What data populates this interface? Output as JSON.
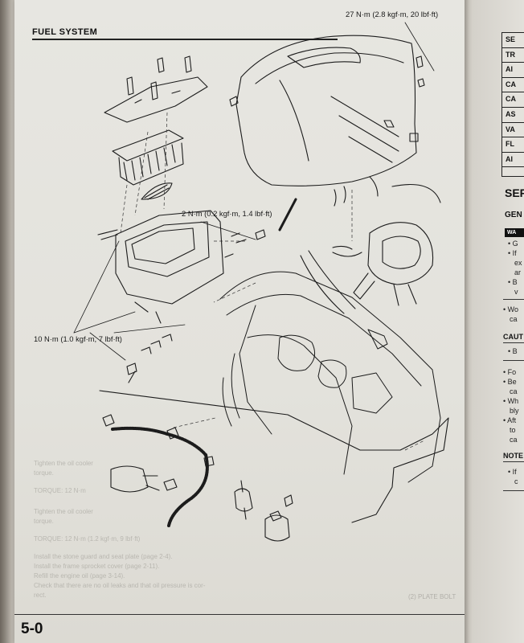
{
  "header": {
    "title": "FUEL SYSTEM"
  },
  "torque_labels": {
    "t27": "27 N·m (2.8 kgf·m, 20 lbf·ft)",
    "t2": "2 N·m (0.2 kgf·m, 1.4 lbf·ft)",
    "t10": "10 N·m (1.0 kgf·m, 7 lbf·ft)"
  },
  "footer": {
    "page_number": "5-0",
    "plate_label": "(2) PLATE BOLT"
  },
  "right_page": {
    "toc_items": [
      "SE",
      "TR",
      "AI",
      "CA",
      "CA",
      "AS",
      "VA",
      "FL",
      "AI"
    ],
    "section_heading": "SER",
    "general_heading": "GEN",
    "warning_label": "WA",
    "warning_lines": [
      "• G",
      "• If",
      "ex",
      "ar",
      "• B",
      "v"
    ],
    "bullets_top": [
      "• Wo",
      "ca"
    ],
    "caution_label": "CAUT",
    "caution_lines": [
      "• B"
    ],
    "bullets_mid": [
      "• Fo",
      "• Be",
      "ca",
      "• Wh",
      "bly",
      "• Aft",
      "to",
      "ca"
    ],
    "note_label": "NOTE",
    "note_lines": [
      "• If",
      "c"
    ]
  },
  "bleed": {
    "lines": [
      "Tighten the oil cooler",
      "torque.",
      "TORQUE: 12 N·m",
      "Tighten the oil cooler",
      "torque.",
      "TORQUE: 12 N·m (1.2 kgf·m, 9 lbf·ft)",
      "Install the stone guard and seat plate (page 2-4).",
      "Install the frame sprocket cover (page 2-11).",
      "Refill the engine oil (page 3-14).",
      "Check that there are no oil leaks and that oil pressure is cor-",
      "rect."
    ]
  }
}
